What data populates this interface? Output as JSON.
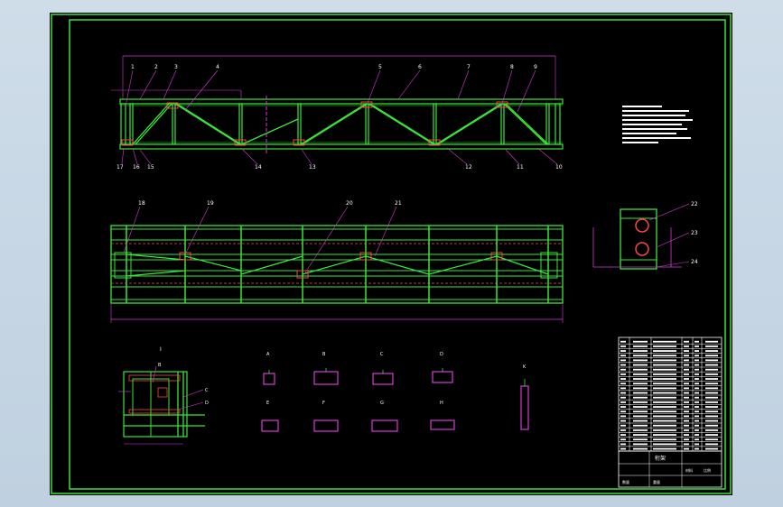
{
  "colors": {
    "frame": "#39e639",
    "structure": "#39e639",
    "dimension": "#d43cd4",
    "leader": "#d43cd4",
    "centerline": "#ff4444",
    "text": "#ffffff",
    "joint": "#ff4444",
    "background": "#000000"
  },
  "elevation": {
    "top_labels": [
      "1",
      "2",
      "3",
      "4",
      "5",
      "6",
      "7",
      "8",
      "9"
    ],
    "bottom_labels": [
      "17",
      "16",
      "15",
      "14",
      "13",
      "12",
      "11",
      "10"
    ]
  },
  "plan": {
    "labels": [
      "18",
      "19",
      "20",
      "21"
    ]
  },
  "section": {
    "labels": [
      "22",
      "23",
      "24"
    ]
  },
  "detail": {
    "title": "I",
    "labels": [
      "B",
      "C",
      "D"
    ]
  },
  "small_parts": {
    "labels": [
      "A",
      "B",
      "C",
      "D",
      "E",
      "F",
      "G",
      "H",
      "K"
    ]
  },
  "parts_table": {
    "rows": 24
  },
  "title_block": {
    "title": "桁架",
    "cells": [
      "材料",
      "比例",
      "数量",
      "重量"
    ]
  }
}
